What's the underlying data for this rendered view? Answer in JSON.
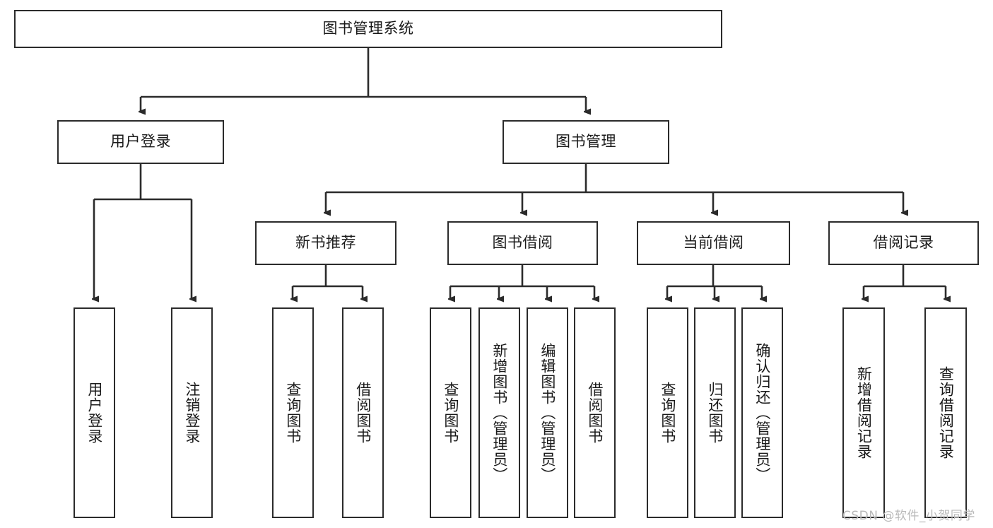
{
  "diagram": {
    "type": "tree-hierarchy-chart",
    "title": "图书管理系统",
    "colors": {
      "box_border": "#2b2b2b",
      "box_fill": "#ffffff",
      "connector": "#2b2b2b",
      "text": "#1a1a1a",
      "watermark": "#b9b9b9",
      "background": "#ffffff"
    },
    "root": {
      "label": "图书管理系统"
    },
    "level2": [
      {
        "label": "用户登录"
      },
      {
        "label": "图书管理"
      }
    ],
    "level3": [
      {
        "label": "新书推荐"
      },
      {
        "label": "图书借阅"
      },
      {
        "label": "当前借阅"
      },
      {
        "label": "借阅记录"
      }
    ],
    "leaves": {
      "user_login": [
        {
          "label": "用户登录"
        },
        {
          "label": "注销登录"
        }
      ],
      "new_book_recommend": [
        {
          "label": "查询图书"
        },
        {
          "label": "借阅图书"
        }
      ],
      "book_borrow": [
        {
          "label": "查询图书"
        },
        {
          "label": "新增图书（管理员）"
        },
        {
          "label": "编辑图书（管理员）"
        },
        {
          "label": "借阅图书"
        }
      ],
      "current_borrow": [
        {
          "label": "查询图书"
        },
        {
          "label": "归还图书"
        },
        {
          "label": "确认归还（管理员）"
        }
      ],
      "borrow_record": [
        {
          "label": "新增借阅记录"
        },
        {
          "label": "查询借阅记录"
        }
      ]
    }
  },
  "watermark": {
    "text": "CSDN @软件_小贺同学"
  }
}
